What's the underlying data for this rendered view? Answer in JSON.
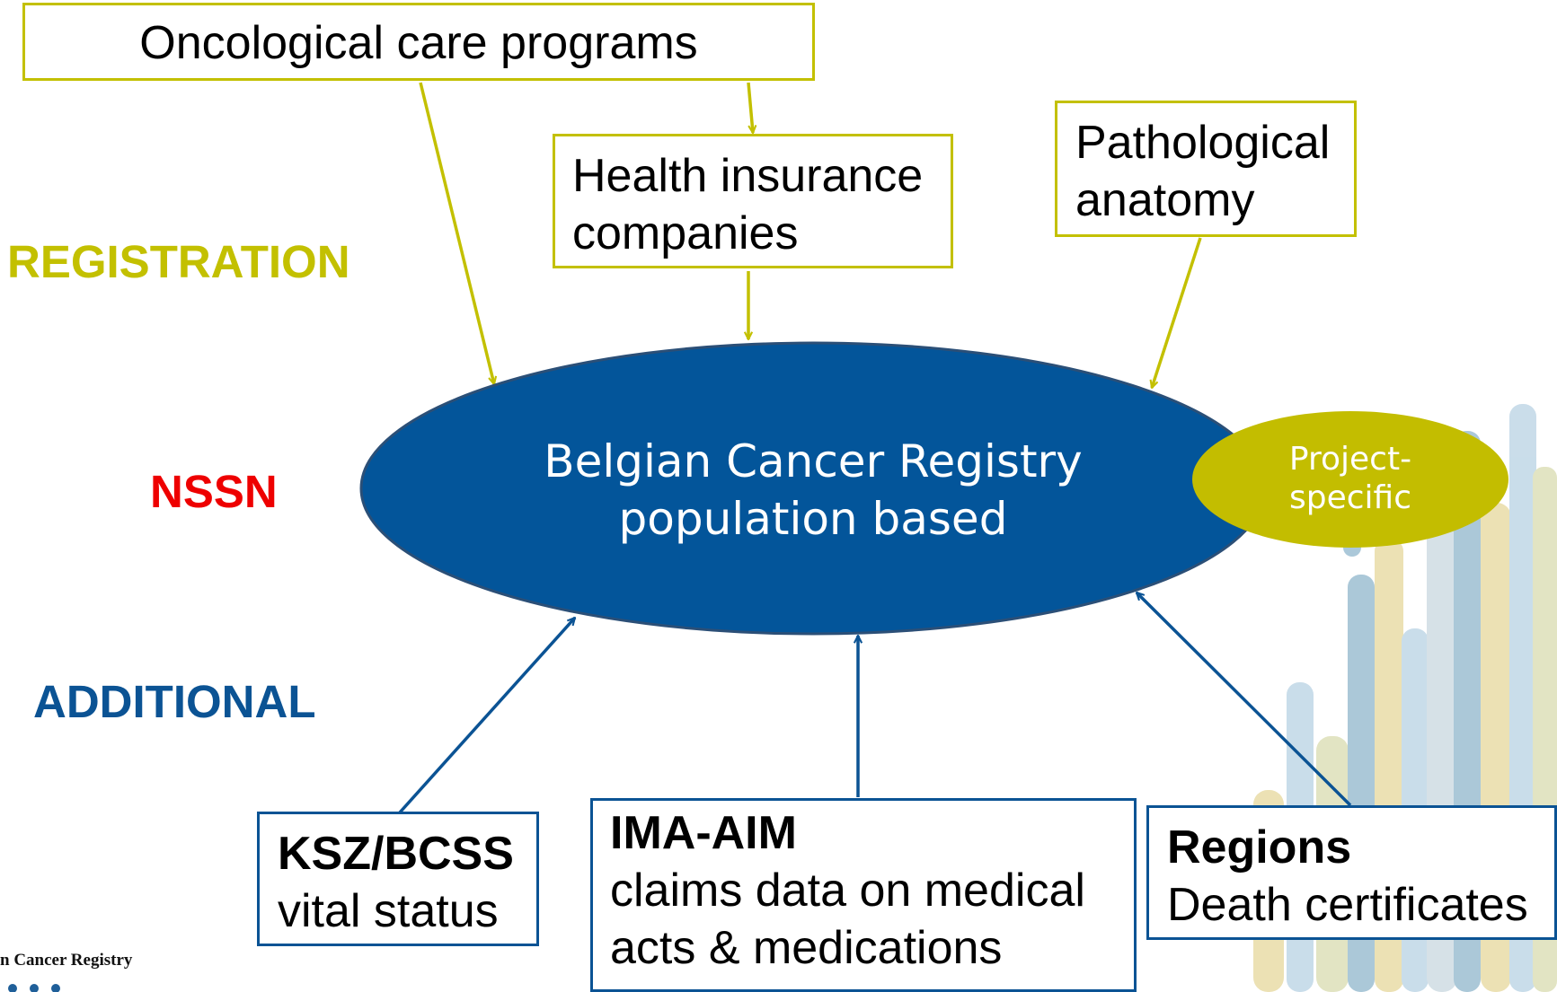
{
  "colors": {
    "olive": "#c3c000",
    "blue": "#0b5394",
    "red": "#ee0000",
    "ellipse_fill": "#03559a",
    "ellipse_stroke": "#2b4f77",
    "small_ellipse_fill": "#c3bd00",
    "background_stripes": [
      "#e6d79b",
      "#b8d2e3",
      "#8fb6cc",
      "#d9dcb0",
      "#c9d8e0"
    ]
  },
  "side_labels": {
    "registration": "REGISTRATION",
    "nssn": "NSSN",
    "additional": "ADDITIONAL"
  },
  "sources": {
    "oncological": "Oncological care programs",
    "health_insurance": [
      "Health insurance",
      "companies"
    ],
    "pathological": [
      "Pathological",
      "anatomy"
    ]
  },
  "registry": {
    "line1": "Belgian Cancer Registry",
    "line2": "population based",
    "project_specific": [
      "Project-",
      "specific"
    ]
  },
  "additional_sources": {
    "ksz": {
      "title": "KSZ/BCSS",
      "desc": "vital status"
    },
    "ima": {
      "title": "IMA-AIM",
      "desc": [
        "claims data on medical",
        "acts & medications"
      ]
    },
    "regions": {
      "title": "Regions",
      "desc": "Death certificates"
    }
  },
  "footer": {
    "logo_text": "n Cancer Registry",
    "logo_icon": "registry-logo-dots"
  }
}
